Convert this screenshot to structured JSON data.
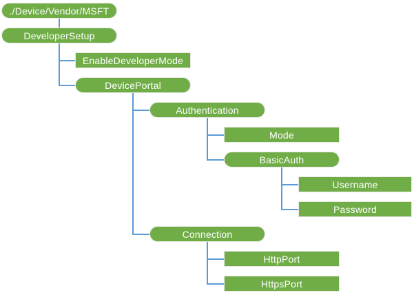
{
  "diagram": {
    "type": "tree",
    "colors": {
      "node_fill": "#70AD47",
      "node_border": "#E8E8E5",
      "connector": "#5B9BD5",
      "node_text": "#FFFFFF",
      "background": "#FFFFFF"
    },
    "nodes": [
      {
        "label": "./Device/Vendor/MSFT",
        "shape": "pill",
        "level": 0,
        "row": 0,
        "parent": null
      },
      {
        "label": "DeveloperSetup",
        "shape": "pill",
        "level": 0,
        "row": 1,
        "parent": "./Device/Vendor/MSFT"
      },
      {
        "label": "EnableDeveloperMode",
        "shape": "rect",
        "level": 1,
        "row": 2,
        "parent": "DeveloperSetup"
      },
      {
        "label": "DevicePortal",
        "shape": "pill",
        "level": 1,
        "row": 3,
        "parent": "DeveloperSetup"
      },
      {
        "label": "Authentication",
        "shape": "pill",
        "level": 2,
        "row": 4,
        "parent": "DevicePortal"
      },
      {
        "label": "Mode",
        "shape": "rect",
        "level": 3,
        "row": 5,
        "parent": "Authentication"
      },
      {
        "label": "BasicAuth",
        "shape": "pill",
        "level": 3,
        "row": 6,
        "parent": "Authentication"
      },
      {
        "label": "Username",
        "shape": "rect",
        "level": 4,
        "row": 7,
        "parent": "BasicAuth"
      },
      {
        "label": "Password",
        "shape": "rect",
        "level": 4,
        "row": 8,
        "parent": "BasicAuth"
      },
      {
        "label": "Connection",
        "shape": "pill",
        "level": 2,
        "row": 9,
        "parent": "DevicePortal"
      },
      {
        "label": "HttpPort",
        "shape": "rect",
        "level": 3,
        "row": 10,
        "parent": "Connection"
      },
      {
        "label": "HttpsPort",
        "shape": "rect",
        "level": 3,
        "row": 11,
        "parent": "Connection"
      }
    ]
  }
}
